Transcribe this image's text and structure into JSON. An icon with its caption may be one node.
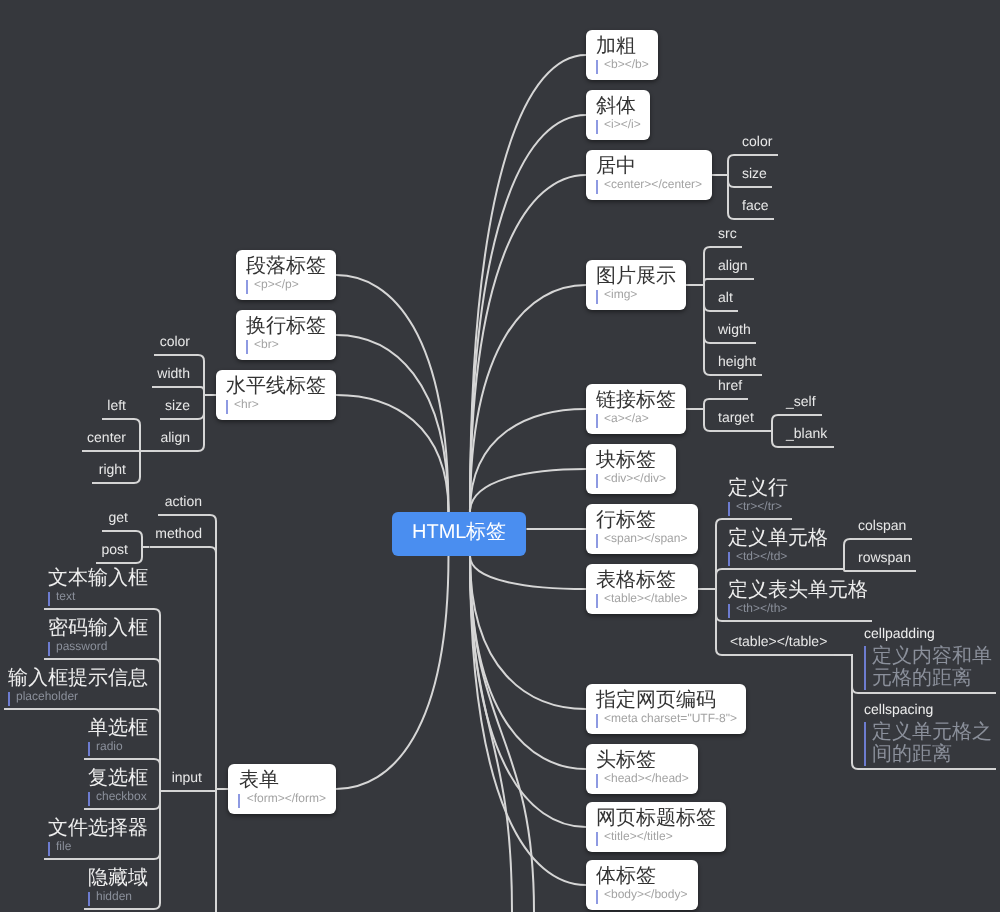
{
  "diagram": {
    "nodes": [
      {
        "text": [
          "HTML标签"
        ]
      },
      {
        "text": [
          "加粗",
          "<b></b>"
        ]
      },
      {
        "text": [
          "斜体",
          "<i></i>"
        ]
      },
      {
        "text": [
          "居中",
          "<center></center>"
        ]
      },
      {
        "text": [
          "color"
        ]
      },
      {
        "text": [
          "size"
        ]
      },
      {
        "text": [
          "face"
        ]
      },
      {
        "text": [
          "图片展示",
          "<img>"
        ]
      },
      {
        "text": [
          "src"
        ]
      },
      {
        "text": [
          "align"
        ]
      },
      {
        "text": [
          "alt"
        ]
      },
      {
        "text": [
          "wigth"
        ]
      },
      {
        "text": [
          "height"
        ]
      },
      {
        "text": [
          "链接标签",
          "<a></a>"
        ]
      },
      {
        "text": [
          "href"
        ]
      },
      {
        "text": [
          "target"
        ]
      },
      {
        "text": [
          "_self"
        ]
      },
      {
        "text": [
          "_blank"
        ]
      },
      {
        "text": [
          "块标签",
          "<div></div>"
        ]
      },
      {
        "text": [
          "行标签",
          "<span></span>"
        ]
      },
      {
        "text": [
          "表格标签",
          "<table></table>"
        ]
      },
      {
        "text": [
          "定义行",
          "<tr></tr>"
        ]
      },
      {
        "text": [
          "定义单元格",
          "<td></td>"
        ]
      },
      {
        "text": [
          "colspan"
        ]
      },
      {
        "text": [
          "rowspan"
        ]
      },
      {
        "text": [
          "定义表头单元格",
          "<th></th>"
        ]
      },
      {
        "text": [
          "<table></table>"
        ]
      },
      {
        "text": [
          "cellpadding",
          "定义内容和单元格的距离"
        ]
      },
      {
        "text": [
          "cellspacing",
          "定义单元格之间的距离"
        ]
      },
      {
        "text": [
          "指定网页编码",
          "<meta charset=\"UTF-8\">"
        ]
      },
      {
        "text": [
          "头标签",
          "<head></head>"
        ]
      },
      {
        "text": [
          "网页标题标签",
          "<title></title>"
        ]
      },
      {
        "text": [
          "体标签",
          "<body></body>"
        ]
      },
      {
        "text": [
          "段落标签",
          "<p></p>"
        ]
      },
      {
        "text": [
          "换行标签",
          "<br>"
        ]
      },
      {
        "text": [
          "水平线标签",
          "<hr>"
        ]
      },
      {
        "text": [
          "color"
        ]
      },
      {
        "text": [
          "width"
        ]
      },
      {
        "text": [
          "size"
        ]
      },
      {
        "text": [
          "align"
        ]
      },
      {
        "text": [
          "left"
        ]
      },
      {
        "text": [
          "center"
        ]
      },
      {
        "text": [
          "right"
        ]
      },
      {
        "text": [
          "表单",
          "<form></form>"
        ]
      },
      {
        "text": [
          "action"
        ]
      },
      {
        "text": [
          "method"
        ]
      },
      {
        "text": [
          "get"
        ]
      },
      {
        "text": [
          "post"
        ]
      },
      {
        "text": [
          "input"
        ]
      },
      {
        "text": [
          "文本输入框",
          "text"
        ]
      },
      {
        "text": [
          "密码输入框",
          "password"
        ]
      },
      {
        "text": [
          "输入框提示信息",
          "placeholder"
        ]
      },
      {
        "text": [
          "单选框",
          "radio"
        ]
      },
      {
        "text": [
          "复选框",
          "checkbox"
        ]
      },
      {
        "text": [
          "文件选择器",
          "file"
        ]
      },
      {
        "text": [
          "隐藏域",
          "hidden"
        ]
      }
    ],
    "edges": [
      {
        "from": 0,
        "to": 1,
        "arrow": "none"
      },
      {
        "from": 0,
        "to": 2,
        "arrow": "none"
      },
      {
        "from": 0,
        "to": 3,
        "arrow": "none"
      },
      {
        "from": 3,
        "to": 4,
        "arrow": "none"
      },
      {
        "from": 3,
        "to": 5,
        "arrow": "none"
      },
      {
        "from": 3,
        "to": 6,
        "arrow": "none"
      },
      {
        "from": 0,
        "to": 7,
        "arrow": "none"
      },
      {
        "from": 7,
        "to": 8,
        "arrow": "none"
      },
      {
        "from": 7,
        "to": 9,
        "arrow": "none"
      },
      {
        "from": 7,
        "to": 10,
        "arrow": "none"
      },
      {
        "from": 7,
        "to": 11,
        "arrow": "none"
      },
      {
        "from": 7,
        "to": 12,
        "arrow": "none"
      },
      {
        "from": 0,
        "to": 13,
        "arrow": "none"
      },
      {
        "from": 13,
        "to": 14,
        "arrow": "none"
      },
      {
        "from": 13,
        "to": 15,
        "arrow": "none"
      },
      {
        "from": 15,
        "to": 16,
        "arrow": "none"
      },
      {
        "from": 15,
        "to": 17,
        "arrow": "none"
      },
      {
        "from": 0,
        "to": 18,
        "arrow": "none"
      },
      {
        "from": 0,
        "to": 19,
        "arrow": "none"
      },
      {
        "from": 0,
        "to": 20,
        "arrow": "none"
      },
      {
        "from": 20,
        "to": 21,
        "arrow": "none"
      },
      {
        "from": 20,
        "to": 22,
        "arrow": "none"
      },
      {
        "from": 22,
        "to": 23,
        "arrow": "none"
      },
      {
        "from": 22,
        "to": 24,
        "arrow": "none"
      },
      {
        "from": 20,
        "to": 25,
        "arrow": "none"
      },
      {
        "from": 20,
        "to": 26,
        "arrow": "none"
      },
      {
        "from": 26,
        "to": 27,
        "arrow": "none"
      },
      {
        "from": 26,
        "to": 28,
        "arrow": "none"
      },
      {
        "from": 0,
        "to": 29,
        "arrow": "none"
      },
      {
        "from": 0,
        "to": 30,
        "arrow": "none"
      },
      {
        "from": 0,
        "to": 31,
        "arrow": "none"
      },
      {
        "from": 0,
        "to": 32,
        "arrow": "none"
      },
      {
        "from": 0,
        "to": null,
        "arrow": "none"
      },
      {
        "from": 0,
        "to": null,
        "arrow": "none"
      },
      {
        "from": 0,
        "to": 33,
        "arrow": "none"
      },
      {
        "from": 0,
        "to": 34,
        "arrow": "none"
      },
      {
        "from": 0,
        "to": 35,
        "arrow": "none"
      },
      {
        "from": 35,
        "to": 36,
        "arrow": "none"
      },
      {
        "from": 35,
        "to": 37,
        "arrow": "none"
      },
      {
        "from": 35,
        "to": 38,
        "arrow": "none"
      },
      {
        "from": 35,
        "to": 39,
        "arrow": "none"
      },
      {
        "from": 39,
        "to": 40,
        "arrow": "none"
      },
      {
        "from": 39,
        "to": 41,
        "arrow": "none"
      },
      {
        "from": 39,
        "to": 42,
        "arrow": "none"
      },
      {
        "from": 0,
        "to": 43,
        "arrow": "none"
      },
      {
        "from": 43,
        "to": 44,
        "arrow": "none"
      },
      {
        "from": 43,
        "to": 45,
        "arrow": "none"
      },
      {
        "from": 45,
        "to": 46,
        "arrow": "none"
      },
      {
        "from": 45,
        "to": 47,
        "arrow": "none"
      },
      {
        "from": 43,
        "to": 48,
        "arrow": "none"
      },
      {
        "from": 48,
        "to": 49,
        "arrow": "none"
      },
      {
        "from": 48,
        "to": 50,
        "arrow": "none"
      },
      {
        "from": 48,
        "to": 51,
        "arrow": "none"
      },
      {
        "from": 48,
        "to": 52,
        "arrow": "none"
      },
      {
        "from": 48,
        "to": 53,
        "arrow": "none"
      },
      {
        "from": 48,
        "to": 54,
        "arrow": "none"
      },
      {
        "from": 48,
        "to": 55,
        "arrow": "none"
      },
      {
        "from": 43,
        "to": null,
        "arrow": "none"
      }
    ]
  }
}
